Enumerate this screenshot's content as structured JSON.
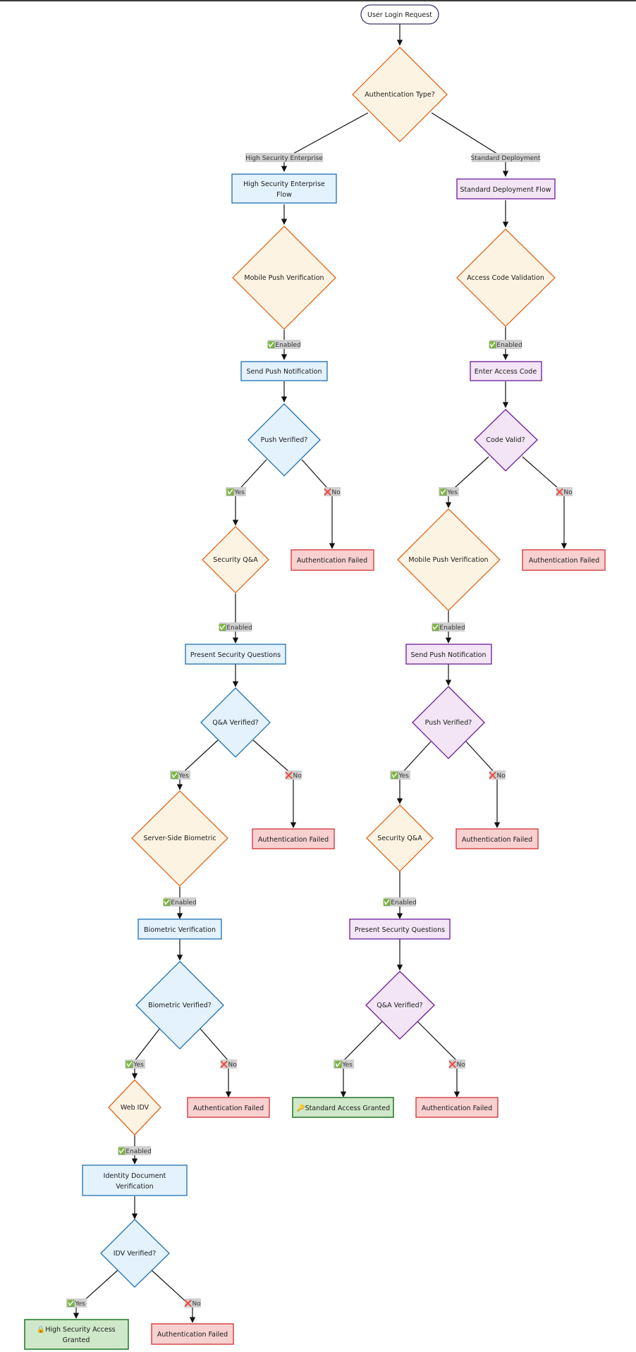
{
  "nodes": {
    "start": {
      "label": "User Login Request"
    },
    "auth_type": {
      "label": "Authentication Type?"
    },
    "hs_flow": {
      "label_line1": "High Security Enterprise",
      "label_line2": "Flow"
    },
    "std_flow": {
      "label": "Standard Deployment Flow"
    },
    "hs_mobile_push": {
      "label": "Mobile Push Verification"
    },
    "std_access_code": {
      "label": "Access Code Validation"
    },
    "hs_send_push": {
      "label": "Send Push Notification"
    },
    "std_enter_code": {
      "label": "Enter Access Code"
    },
    "hs_push_verified": {
      "label": "Push Verified?"
    },
    "std_code_valid": {
      "label": "Code Valid?"
    },
    "hs_security_qa": {
      "label": "Security Q&A"
    },
    "hs_push_failed": {
      "label": "Authentication Failed"
    },
    "std_mobile_push": {
      "label": "Mobile Push Verification"
    },
    "std_code_failed": {
      "label": "Authentication Failed"
    },
    "hs_present_questions": {
      "label": "Present Security Questions"
    },
    "std_send_push": {
      "label": "Send Push Notification"
    },
    "hs_qa_verified": {
      "label": "Q&A Verified?"
    },
    "std_push_verified": {
      "label": "Push Verified?"
    },
    "hs_server_biometric": {
      "label": "Server-Side Biometric"
    },
    "hs_qa_failed": {
      "label": "Authentication Failed"
    },
    "std_security_qa": {
      "label": "Security Q&A"
    },
    "std_push_failed": {
      "label": "Authentication Failed"
    },
    "hs_biometric_verification": {
      "label": "Biometric Verification"
    },
    "std_present_questions": {
      "label": "Present Security Questions"
    },
    "hs_biometric_verified": {
      "label": "Biometric Verified?"
    },
    "std_qa_verified": {
      "label": "Q&A Verified?"
    },
    "hs_web_idv": {
      "label": "Web IDV"
    },
    "hs_biometric_failed": {
      "label": "Authentication Failed"
    },
    "std_granted": {
      "label": "🔑Standard Access Granted"
    },
    "std_qa_failed": {
      "label": "Authentication Failed"
    },
    "hs_idv": {
      "label_line1": "Identity Document",
      "label_line2": "Verification"
    },
    "hs_idv_verified": {
      "label": "IDV Verified?"
    },
    "hs_granted": {
      "label_line1": "🔒High Security Access",
      "label_line2": "Granted"
    },
    "hs_idv_failed": {
      "label": "Authentication Failed"
    }
  },
  "edge_labels": {
    "high_security": "High Security Enterprise",
    "standard": "Standard Deployment",
    "enabled": "✅Enabled",
    "yes": "✅Yes",
    "no": "❌No"
  },
  "colors": {
    "blue_fill": "#e3f2fd",
    "blue_stroke": "#1e6fb0",
    "purple_fill": "#f3e5f5",
    "purple_stroke": "#6a1b9a",
    "orange_fill": "#fdf3e3",
    "orange_stroke": "#e0661a",
    "red_fill": "#f8d0d0",
    "red_stroke": "#d32f2f",
    "green_fill": "#cfe8c9",
    "green_stroke": "#2e7d32"
  }
}
